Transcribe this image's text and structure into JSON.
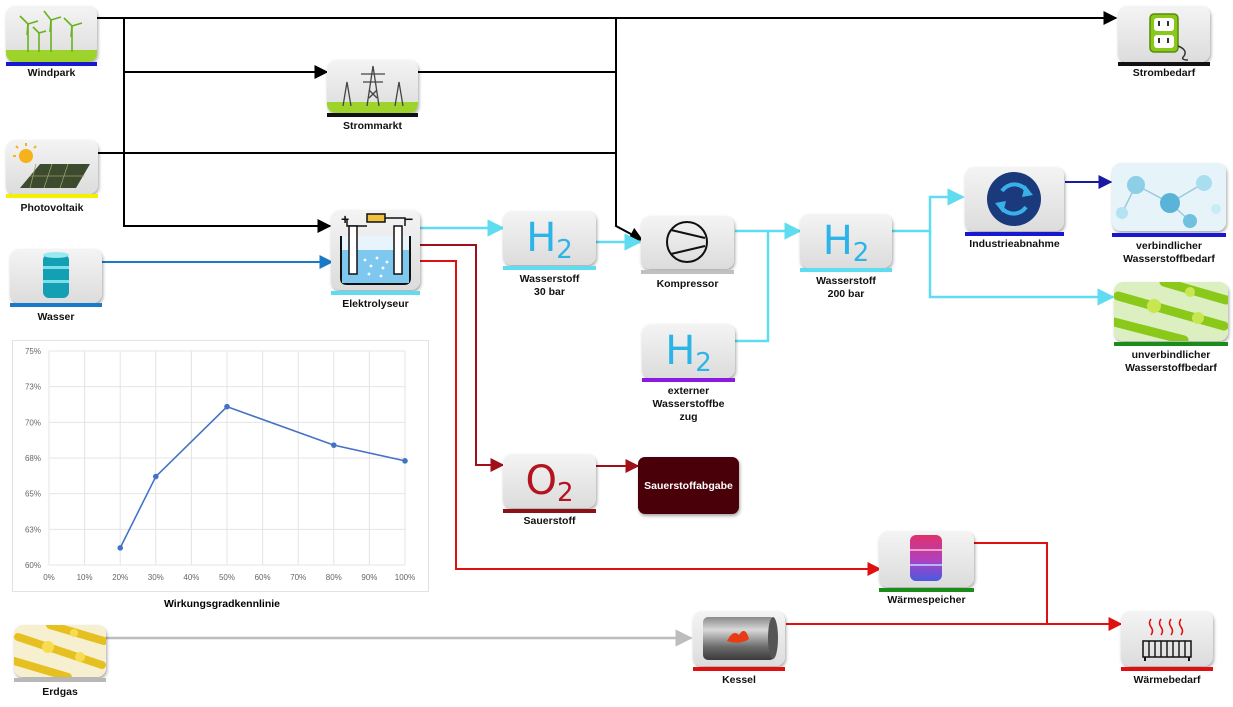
{
  "nodes": {
    "windpark": {
      "label": "Windpark",
      "icon": "wind-turbines-icon"
    },
    "photovoltaik": {
      "label": "Photovoltaik",
      "icon": "solar-panel-icon"
    },
    "wasser": {
      "label": "Wasser",
      "icon": "water-barrel-icon"
    },
    "strommarkt": {
      "label": "Strommarkt",
      "icon": "power-pylon-icon"
    },
    "elektrolyseur": {
      "label": "Elektrolyseur",
      "icon": "electrolyzer-icon"
    },
    "wasserstoff30": {
      "symbol": "H",
      "subscript": "2",
      "label_1": "Wasserstoff",
      "label_2": "30 bar"
    },
    "kompressor": {
      "label": "Kompressor",
      "icon": "compressor-icon"
    },
    "externer_h2": {
      "symbol": "H",
      "subscript": "2",
      "label_1": "externer",
      "label_2": "Wasserstoffbe",
      "label_3": "zug"
    },
    "wasserstoff200": {
      "symbol": "H",
      "subscript": "2",
      "label_1": "Wasserstoff",
      "label_2": "200 bar"
    },
    "industrieabnahme": {
      "label": "Industrieabnahme",
      "icon": "cycle-arrows-icon"
    },
    "verbindlicher": {
      "label_1": "verbindlicher",
      "label_2": "Wasserstoffbedarf",
      "icon": "molecule-icon"
    },
    "unverbindlicher": {
      "label_1": "unverbindlicher",
      "label_2": "Wasserstoffbedarf",
      "icon": "pipeline-icon"
    },
    "strombedarf": {
      "label": "Strombedarf",
      "icon": "power-socket-icon"
    },
    "sauerstoff": {
      "symbol": "O",
      "subscript": "2",
      "label": "Sauerstoff"
    },
    "sauerstoffabgabe": {
      "label": "Sauerstoffabgabe"
    },
    "waermespeicher": {
      "label": "Wärmespeicher",
      "icon": "heat-storage-icon"
    },
    "erdgas": {
      "label": "Erdgas",
      "icon": "gas-pipeline-icon"
    },
    "kessel": {
      "label": "Kessel",
      "icon": "boiler-icon"
    },
    "waermebedarf": {
      "label": "Wärmebedarf",
      "icon": "radiator-icon"
    }
  },
  "colors": {
    "electric": "#000000",
    "hydrogen": "#5fdcf0",
    "oxygen": "#a01018",
    "heat": "#e01010",
    "water": "#1a7ac8",
    "gas": "#c0c0c0",
    "industry_line": "#1a1aa0"
  },
  "chart_data": {
    "type": "line",
    "title": "Wirkungsgradkennlinie",
    "xlabel": "",
    "ylabel": "",
    "x_ticks": [
      "0%",
      "10%",
      "20%",
      "30%",
      "40%",
      "50%",
      "60%",
      "70%",
      "80%",
      "90%",
      "100%"
    ],
    "y_ticks": [
      "60%",
      "63%",
      "65%",
      "68%",
      "70%",
      "73%",
      "75%"
    ],
    "xlim": [
      0,
      100
    ],
    "ylim": [
      60,
      75
    ],
    "grid": true,
    "series": [
      {
        "color": "#4472c4",
        "x": [
          20,
          30,
          50,
          80,
          100
        ],
        "y": [
          61.2,
          66.2,
          71.1,
          68.4,
          67.3
        ]
      }
    ]
  }
}
